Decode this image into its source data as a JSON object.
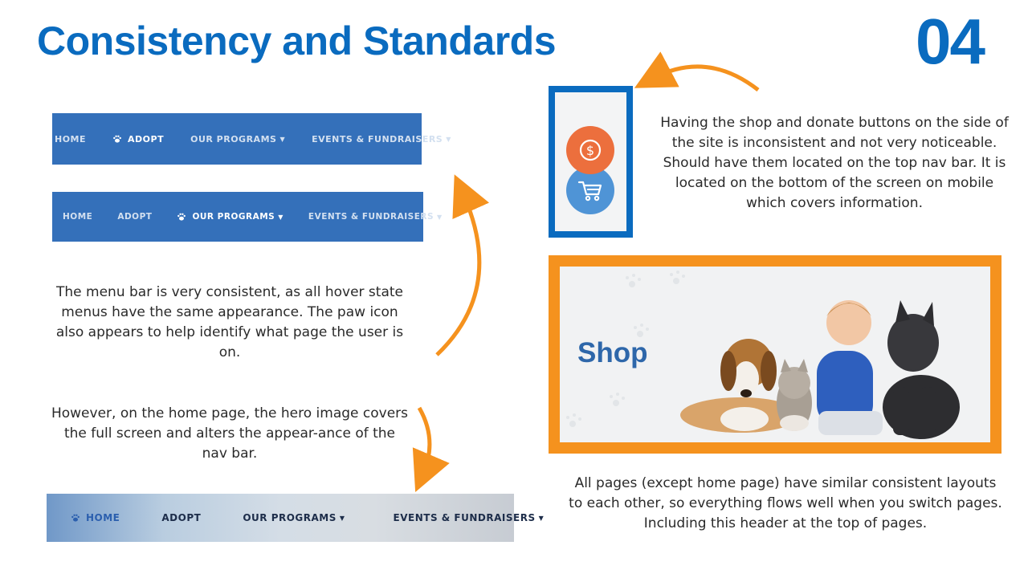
{
  "slide": {
    "title": "Consistency and Standards",
    "number": "04"
  },
  "nav_bar_1": {
    "items": [
      {
        "label": "HOME",
        "active": false,
        "dropdown": false
      },
      {
        "label": "ADOPT",
        "active": true,
        "dropdown": false
      },
      {
        "label": "OUR PROGRAMS",
        "active": false,
        "dropdown": true
      },
      {
        "label": "EVENTS & FUNDRAISERS",
        "active": false,
        "dropdown": true
      }
    ]
  },
  "nav_bar_2": {
    "items": [
      {
        "label": "HOME",
        "active": false,
        "dropdown": false
      },
      {
        "label": "ADOPT",
        "active": false,
        "dropdown": false
      },
      {
        "label": "OUR PROGRAMS",
        "active": true,
        "dropdown": true
      },
      {
        "label": "EVENTS & FUNDRAISERS",
        "active": false,
        "dropdown": true
      }
    ]
  },
  "nav_bar_3": {
    "items": [
      {
        "label": "HOME",
        "active": true,
        "dropdown": false
      },
      {
        "label": "ADOPT",
        "active": false,
        "dropdown": false
      },
      {
        "label": "OUR PROGRAMS",
        "active": false,
        "dropdown": true
      },
      {
        "label": "EVENTS & FUNDRAISERS",
        "active": false,
        "dropdown": true
      }
    ]
  },
  "annotations": {
    "menu_consistency": "The menu bar is very consistent, as all hover state menus have the same appearance. The paw icon also appears to help identify what page the user is on.",
    "home_page_issue": "However, on the home page, the hero image covers the full screen and alters the appear-ance of the nav bar.",
    "side_buttons": "Having the shop and donate buttons on the side of the site is inconsistent and not very noticeable. Should have them located on the top nav bar. It is located on the bottom of the screen on mobile which covers information.",
    "page_layouts": "All pages (except home page) have similar consistent layouts to each other, so everything flows well when you switch pages. Including this header at the top of pages."
  },
  "side_buttons": {
    "donate_icon": "dollar-circle-icon",
    "shop_icon": "shopping-cart-icon",
    "donate_color": "#ec6f3d",
    "shop_color": "#4f94d6"
  },
  "shop_banner": {
    "label": "Shop"
  },
  "colors": {
    "title_blue": "#0a6bbf",
    "nav_blue": "#3470ba",
    "arrow_orange": "#f5921e"
  }
}
